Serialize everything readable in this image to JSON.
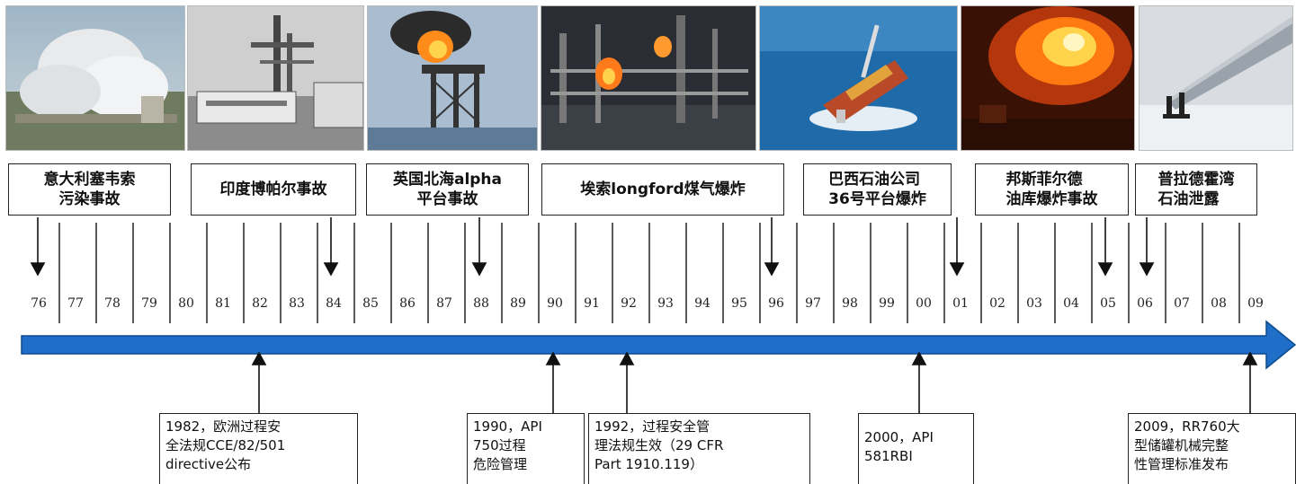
{
  "photos": [
    {
      "name": "italy-seveso-photo",
      "scene": "industrial smoke plume"
    },
    {
      "name": "india-bhopal-photo",
      "scene": "chemical plant black and white"
    },
    {
      "name": "uk-piper-alpha-photo",
      "scene": "offshore platform on fire"
    },
    {
      "name": "esso-longford-photo",
      "scene": "gas plant fire at night"
    },
    {
      "name": "brazil-p36-photo",
      "scene": "sinking offshore platform"
    },
    {
      "name": "buncefield-photo",
      "scene": "oil depot explosion fire"
    },
    {
      "name": "prudhoe-bay-photo",
      "scene": "pipeline in snow"
    }
  ],
  "events": [
    {
      "lines": [
        "意大利塞韦索",
        "污染事故"
      ],
      "year": "76"
    },
    {
      "lines": [
        "印度博帕尔事故"
      ],
      "year": "84"
    },
    {
      "lines": [
        "英国北海alpha",
        "平台事故"
      ],
      "year": "88"
    },
    {
      "lines": [
        "埃索longford煤气爆炸"
      ],
      "year": "96"
    },
    {
      "lines": [
        "巴西石油公司",
        "36号平台爆炸"
      ],
      "year": "01"
    },
    {
      "lines": [
        "邦斯菲尔德",
        "油库爆炸事故"
      ],
      "year": "05"
    },
    {
      "lines": [
        "普拉德霍湾",
        "石油泄露"
      ],
      "year": "06"
    }
  ],
  "years": [
    "76",
    "77",
    "78",
    "79",
    "80",
    "81",
    "82",
    "83",
    "84",
    "85",
    "86",
    "87",
    "88",
    "89",
    "90",
    "91",
    "92",
    "93",
    "94",
    "95",
    "96",
    "97",
    "98",
    "99",
    "00",
    "01",
    "02",
    "03",
    "04",
    "05",
    "06",
    "07",
    "08",
    "09"
  ],
  "regulations": [
    {
      "lines": [
        "1982，欧洲过程安",
        "全法规CCE/82/501",
        "directive公布"
      ]
    },
    {
      "lines": [
        "1990，API",
        "750过程",
        "危险管理"
      ]
    },
    {
      "lines": [
        "1992，过程安全管",
        "理法规生效（29 CFR",
        "Part 1910.119）"
      ]
    },
    {
      "lines": [
        "2000，API",
        "581RBI"
      ]
    },
    {
      "lines": [
        "2009，RR760大",
        "型储罐机械完整",
        "性管理标准发布"
      ]
    }
  ],
  "colors": {
    "timeline_arrow": "#1f6fc9",
    "timeline_arrow_edge": "#0d4a8f",
    "text": "#111111"
  }
}
